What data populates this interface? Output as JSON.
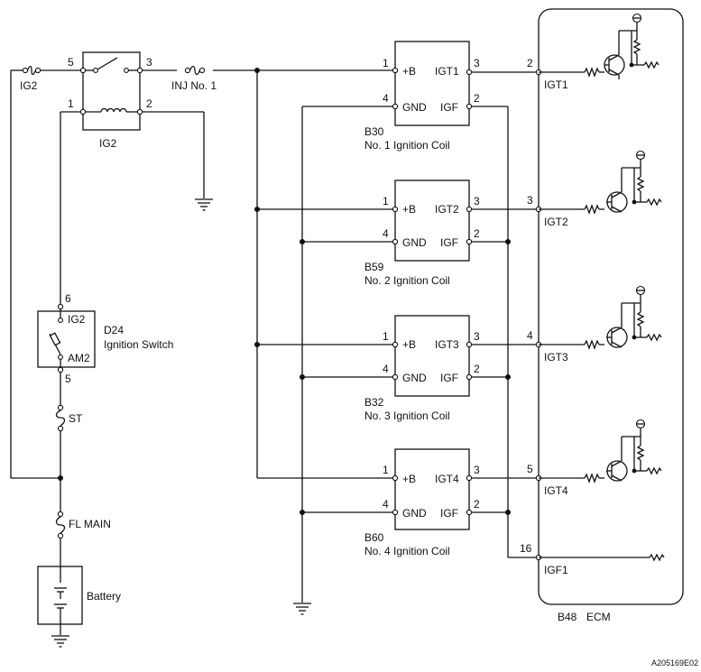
{
  "relay": {
    "name": "IG2",
    "fuse_in": "IG2",
    "fuse_out": "INJ No. 1",
    "pins": {
      "p5": "5",
      "p3": "3",
      "p1": "1",
      "p2": "2"
    }
  },
  "ignition_switch": {
    "id": "D24",
    "name": "Ignition Switch",
    "term_ig2": "IG2",
    "term_am2": "AM2",
    "pin_top": "6",
    "pin_bottom": "5"
  },
  "fuses": {
    "st": "ST",
    "fl_main": "FL MAIN"
  },
  "battery": {
    "label": "Battery"
  },
  "coils": [
    {
      "id": "B30",
      "name": "No. 1 Ignition Coil",
      "igt": "IGT1",
      "plus_b": "+B",
      "gnd": "GND",
      "igf": "IGF",
      "pin_b": "1",
      "pin_gnd": "4",
      "pin_igt": "3",
      "pin_igf": "2"
    },
    {
      "id": "B59",
      "name": "No. 2 Ignition Coil",
      "igt": "IGT2",
      "plus_b": "+B",
      "gnd": "GND",
      "igf": "IGF",
      "pin_b": "1",
      "pin_gnd": "4",
      "pin_igt": "3",
      "pin_igf": "2"
    },
    {
      "id": "B32",
      "name": "No. 3 Ignition Coil",
      "igt": "IGT3",
      "plus_b": "+B",
      "gnd": "GND",
      "igf": "IGF",
      "pin_b": "1",
      "pin_gnd": "4",
      "pin_igt": "3",
      "pin_igf": "2"
    },
    {
      "id": "B60",
      "name": "No. 4 Ignition Coil",
      "igt": "IGT4",
      "plus_b": "+B",
      "gnd": "GND",
      "igf": "IGF",
      "pin_b": "1",
      "pin_gnd": "4",
      "pin_igt": "3",
      "pin_igf": "2"
    }
  ],
  "ecm": {
    "id": "B48",
    "name": "ECM",
    "terminals": [
      {
        "pin": "2",
        "name": "IGT1"
      },
      {
        "pin": "3",
        "name": "IGT2"
      },
      {
        "pin": "4",
        "name": "IGT3"
      },
      {
        "pin": "5",
        "name": "IGT4"
      },
      {
        "pin": "16",
        "name": "IGF1"
      }
    ]
  },
  "figure_code": "A205169E02"
}
